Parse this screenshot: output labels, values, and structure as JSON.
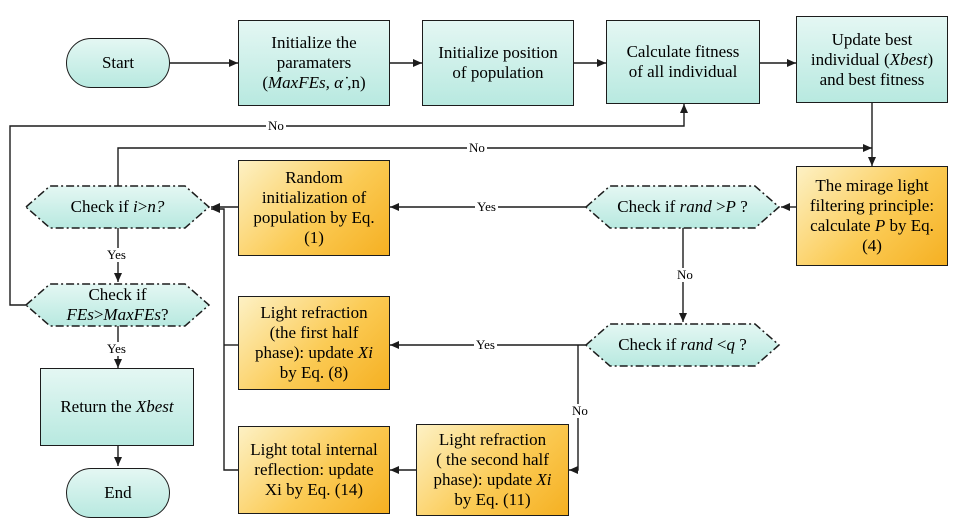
{
  "nodes": {
    "start": "Start",
    "init_params_1": "Initialize the",
    "init_params_2": "paramaters",
    "init_params_3a": "MaxFEs, ",
    "init_params_3b": "α̇",
    "init_params_3c": " ,n",
    "init_pos_1": "Initialize position",
    "init_pos_2": "of population",
    "calc_fit_1": "Calculate fitness",
    "calc_fit_2": "of all individual",
    "update_1": "Update best",
    "update_2a": "individual (",
    "update_2b": "Xbest",
    "update_2c": ")",
    "update_3": "and best fitness",
    "mirage_1": "The mirage light",
    "mirage_2": "filtering principle:",
    "mirage_3a": "calculate ",
    "mirage_3b": "P",
    "mirage_3c": " by Eq.",
    "mirage_4": "(4)",
    "check_rand_p_a": "Check if ",
    "check_rand_p_b": "rand",
    "check_rand_p_c": " >",
    "check_rand_p_d": "P",
    "check_rand_p_e": " ?",
    "random_init_1": "Random",
    "random_init_2": "initialization of",
    "random_init_3": "population by Eq.",
    "random_init_4": "(1)",
    "check_i_n_a": "Check if ",
    "check_i_n_b": "i",
    "check_i_n_c": ">",
    "check_i_n_d": "n?",
    "check_fes_1": "Check if",
    "check_fes_2a": "FEs",
    "check_fes_2b": ">",
    "check_fes_2c": "MaxFEs",
    "check_fes_2d": "?",
    "check_rand_q_a": "Check if ",
    "check_rand_q_b": "rand",
    "check_rand_q_c": " <",
    "check_rand_q_d": "q",
    "check_rand_q_e": " ?",
    "refr1_1": "Light refraction",
    "refr1_2": "(the first half",
    "refr1_3a": "phase): update ",
    "refr1_3b": "Xi",
    "refr1_4": "by Eq. (8)",
    "refr2_1": "Light refraction",
    "refr2_2": "( the second half",
    "refr2_3a": "phase): update ",
    "refr2_3b": "Xi",
    "refr2_4": "by Eq. (11)",
    "tir_1": "Light total internal",
    "tir_2": "reflection: update",
    "tir_3": "Xi by Eq. (14)",
    "return_a": "Return the ",
    "return_b": "Xbest",
    "end": "End"
  },
  "edge_labels": {
    "no_top": "No",
    "no_second": "No",
    "yes_rand_p": "Yes",
    "no_rand_p": "No",
    "yes_i_n": "Yes",
    "yes_fes": "Yes",
    "yes_rand_q": "Yes",
    "no_rand_q": "No"
  },
  "colors": {
    "process_teal": "#b8e9e0",
    "process_orange": "#f5b022",
    "decision_fill": "#b8e9e0",
    "line": "#1c1c1c"
  }
}
